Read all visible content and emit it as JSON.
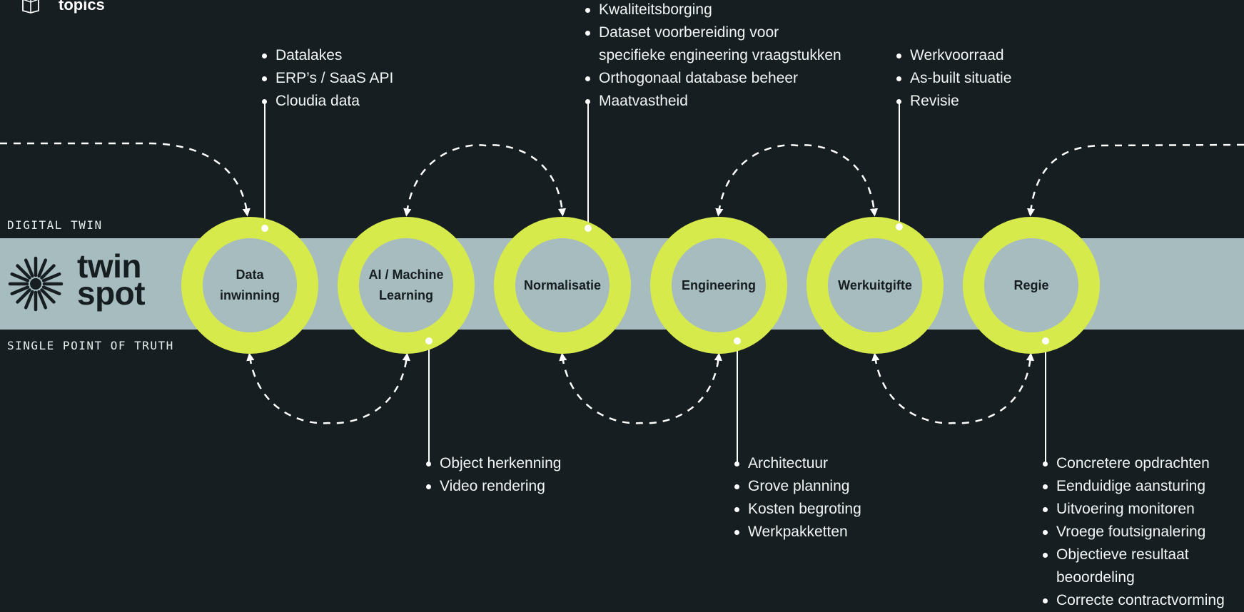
{
  "header": {
    "title": "topics"
  },
  "band": {
    "label_top": "DIGITAL TWIN",
    "label_bottom": "SINGLE POINT OF TRUTH"
  },
  "logo": {
    "line1": "twin",
    "line2": "spot"
  },
  "colors": {
    "background": "#161e21",
    "band": "#a6bcbf",
    "ring": "#d6ea4c",
    "text": "#ffffff"
  },
  "stages": [
    {
      "label": "Data inwinning"
    },
    {
      "label": "AI / Machine Learning"
    },
    {
      "label": "Normalisatie"
    },
    {
      "label": "Engineering"
    },
    {
      "label": "Werkuitgifte"
    },
    {
      "label": "Regie"
    }
  ],
  "callouts": {
    "data_inwinning": [
      "Datalakes",
      "ERP’s / SaaS API",
      "Cloudia data"
    ],
    "normalisatie": [
      "Kwaliteitsborging",
      "Dataset voorbereiding voor",
      "Orthogonaal database beheer",
      "Maatvastheid"
    ],
    "normalisatie_continuation": "specifieke engineering vraagstukken",
    "werkuitgifte": [
      "Werkvoorraad",
      "As-built situatie",
      "Revisie"
    ],
    "ai_machine_learning": [
      "Object herkenning",
      "Video rendering"
    ],
    "engineering": [
      "Architectuur",
      "Grove planning",
      "Kosten begroting",
      "Werkpakketten"
    ],
    "regie": [
      "Concretere opdrachten",
      "Eenduidige aansturing",
      "Uitvoering monitoren",
      "Vroege foutsignalering",
      "Objectieve resultaat",
      "Correcte contractvorming"
    ],
    "regie_continuation": "beoordeling"
  }
}
